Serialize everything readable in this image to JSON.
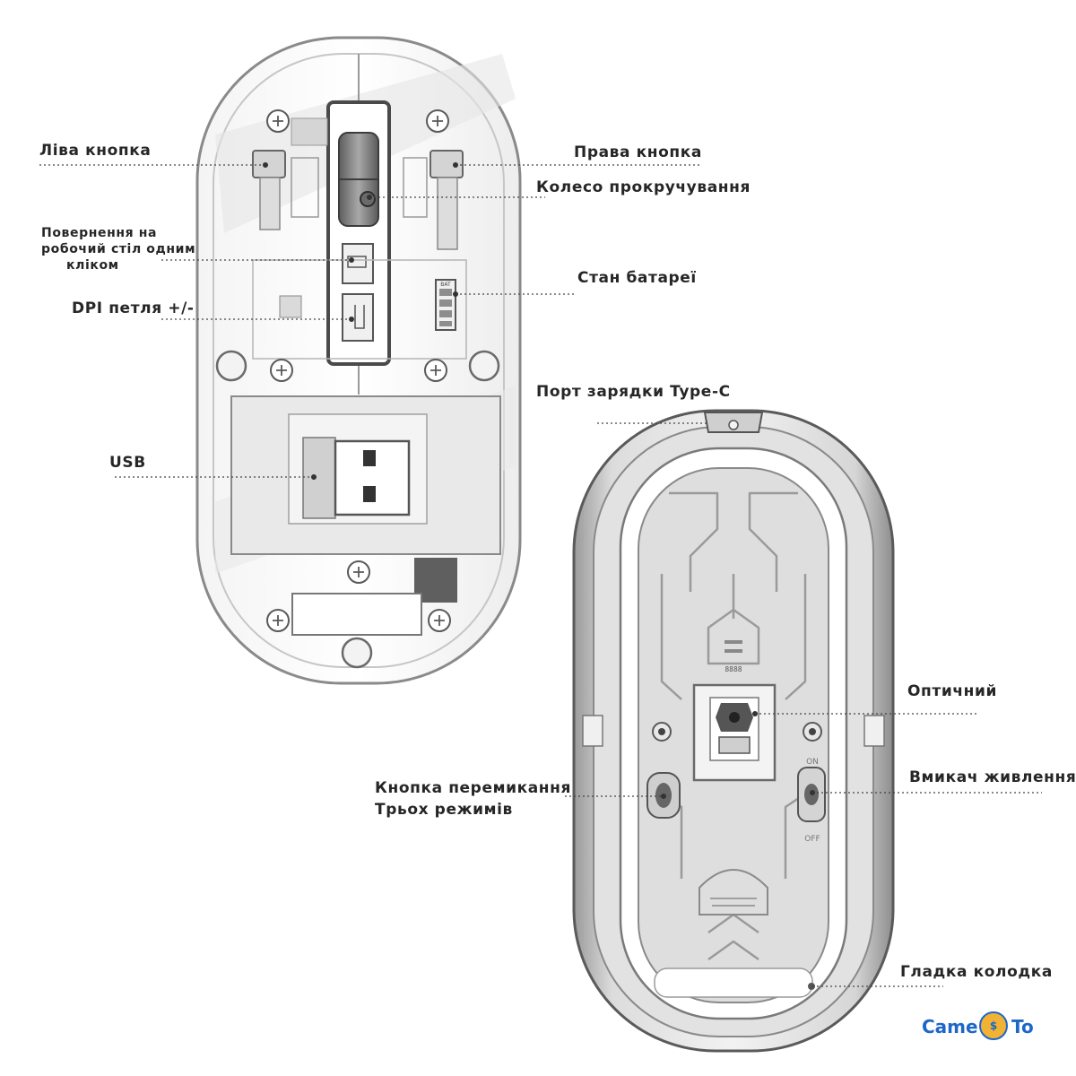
{
  "labels": {
    "left_button": "Ліва кнопка",
    "right_button": "Права кнопка",
    "scroll_wheel": "Колесо прокручування",
    "desktop_return_line1": "Повернення на",
    "desktop_return_line2": "робочий стіл одним",
    "desktop_return_line3": "кліком",
    "battery_status": "Стан батареї",
    "dpi_loop": "DPI петля +/-",
    "usb": "USB",
    "type_c_port": "Порт зарядки Type-C",
    "optical": "Оптичний",
    "mode_switch_line1": "Кнопка перемикання",
    "mode_switch_line2": "Трьох режимів",
    "power_switch": "Вмикач живлення",
    "smooth_pad": "Гладка колодка"
  },
  "chip_marks": {
    "battery_chip": "BAT",
    "bottom_chip": "8888"
  },
  "switch_marks": {
    "on": "ON",
    "off": "OFF"
  },
  "logo": {
    "left_text": "Came",
    "right_text": "To",
    "disc_text": "$"
  },
  "colors": {
    "outline": "#555555",
    "label_text": "#262626",
    "leader_line": "#444444",
    "logo_blue": "#1d67c9",
    "logo_gold": "#f2b233"
  }
}
